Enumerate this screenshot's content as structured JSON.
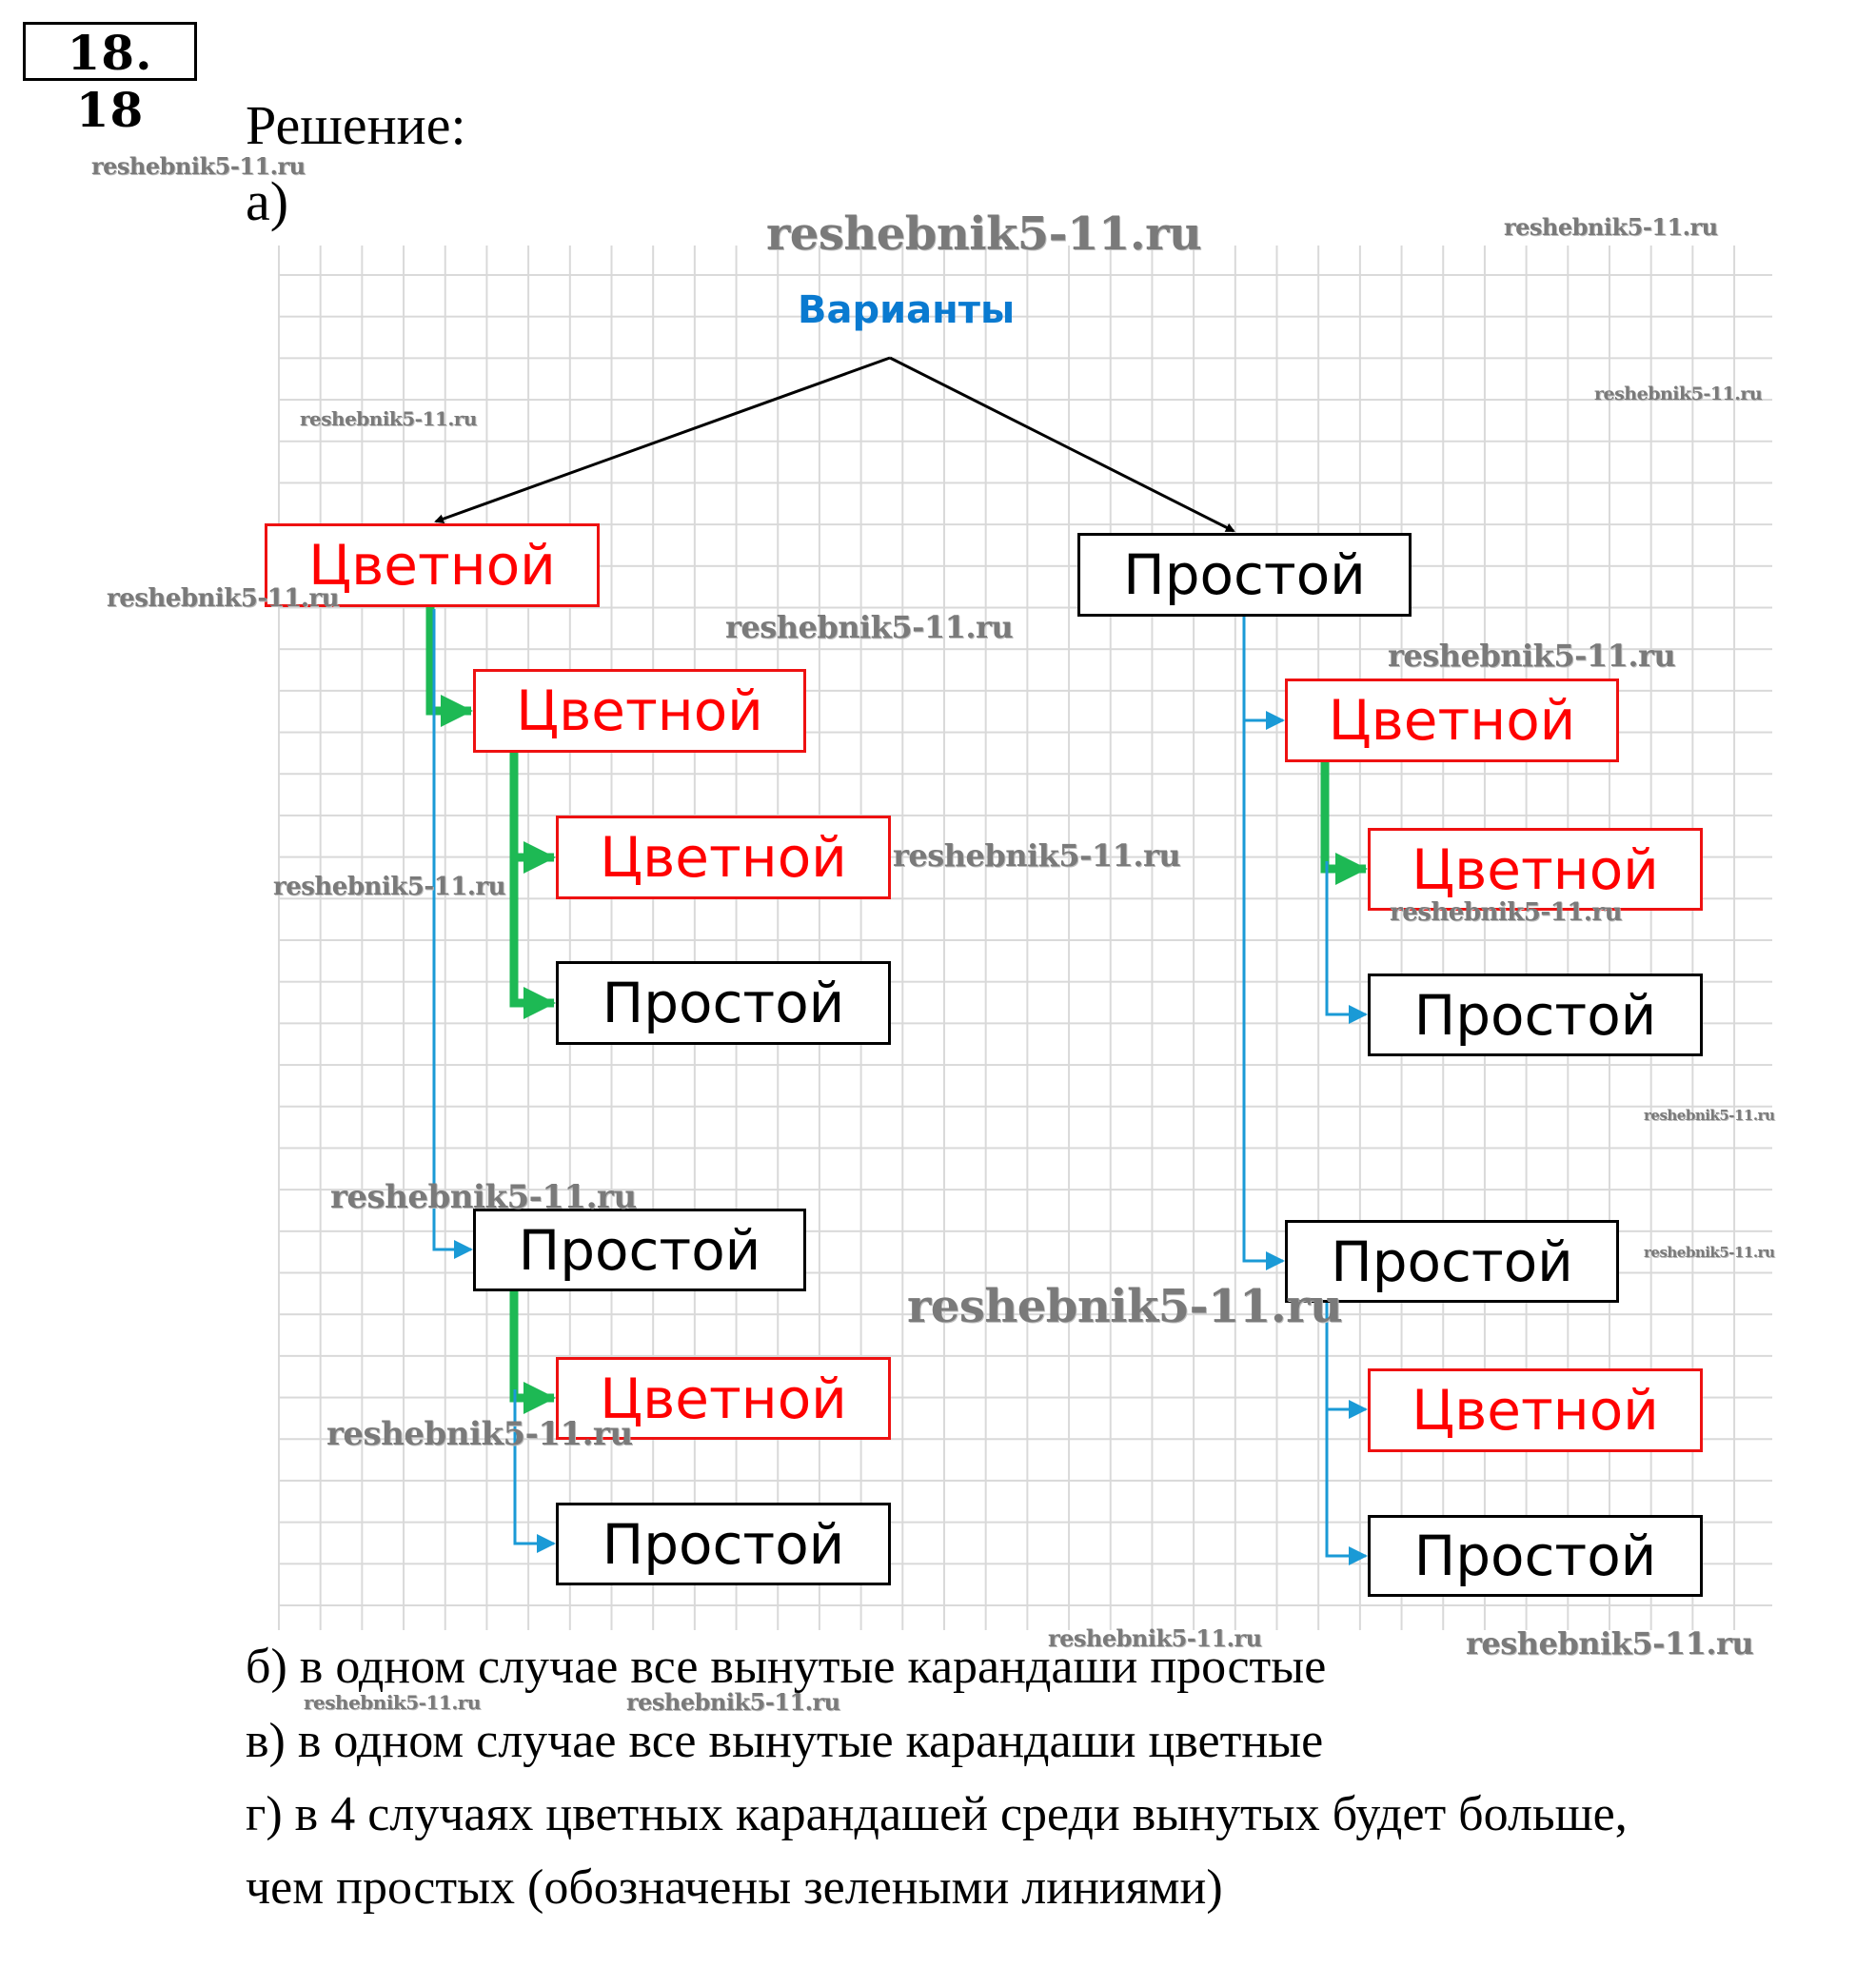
{
  "problem_number": "18. 18",
  "heading": "Решение:",
  "part_a_label": "а)",
  "diagram": {
    "root": "Варианты",
    "colors": {
      "colored_text": "#ff0000",
      "colored_border": "#ee1111",
      "plain_text": "#000000",
      "root_text": "#0a7ad0",
      "green_path": "#1db954",
      "blue_path": "#1a9ad6",
      "grid": "#d9d9d9"
    },
    "nodes": {
      "l1_left": "Цветной",
      "l1_right": "Простой",
      "l2_left_top": "Цветной",
      "l2_left_bottom": "Простой",
      "l2_right_top": "Цветной",
      "l2_right_bottom": "Простой",
      "l3_a": "Цветной",
      "l3_b": "Простой",
      "l3_c": "Цветной",
      "l3_d": "Простой",
      "l3_e": "Цветной",
      "l3_f": "Простой",
      "l3_g": "Цветной",
      "l3_h": "Простой"
    }
  },
  "answers": {
    "b": "б) в одном случае все вынутые карандаши простые",
    "v": "в) в одном случае все вынутые карандаши цветные",
    "g_line1": "г) в 4 случаях цветных карандашей среди вынутых будет больше,",
    "g_line2": "чем простых (обозначены зелеными линиями)"
  },
  "watermark": "reshebnik5-11.ru"
}
